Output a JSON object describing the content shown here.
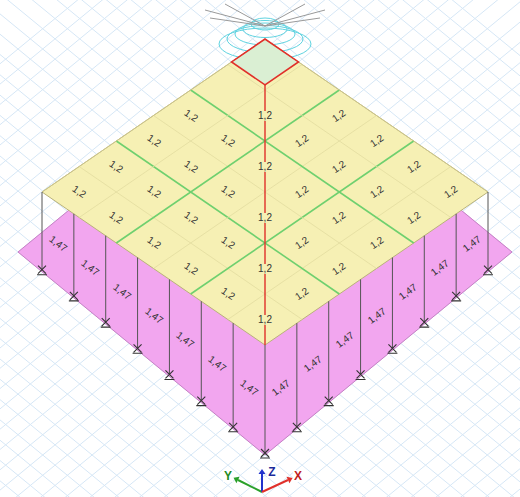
{
  "diagram": {
    "labels": [
      "1,2",
      "1,2",
      "1,2",
      "1,2",
      "1,2",
      "1,2",
      "1,2",
      "1,2",
      "1,2",
      "1,2",
      "1,2",
      "1,2",
      "1,2",
      "1,2",
      "1,2",
      "1,2",
      "1,2",
      "1,2",
      "1,2",
      "1,2",
      "1,2",
      "1,2",
      "1,2",
      "1,2",
      "1,2",
      "1,2",
      "1,2",
      "1,2",
      "1,2",
      "1,2",
      "1,2",
      "1,2",
      "1,2",
      "1,47",
      "1,47",
      "1,47",
      "1,47",
      "1,47",
      "1,47",
      "1,47",
      "1,47",
      "1,47",
      "1,47",
      "1,47",
      "1,47",
      "1,47",
      "1,47",
      "Y",
      "Z",
      "X"
    ]
  }
}
